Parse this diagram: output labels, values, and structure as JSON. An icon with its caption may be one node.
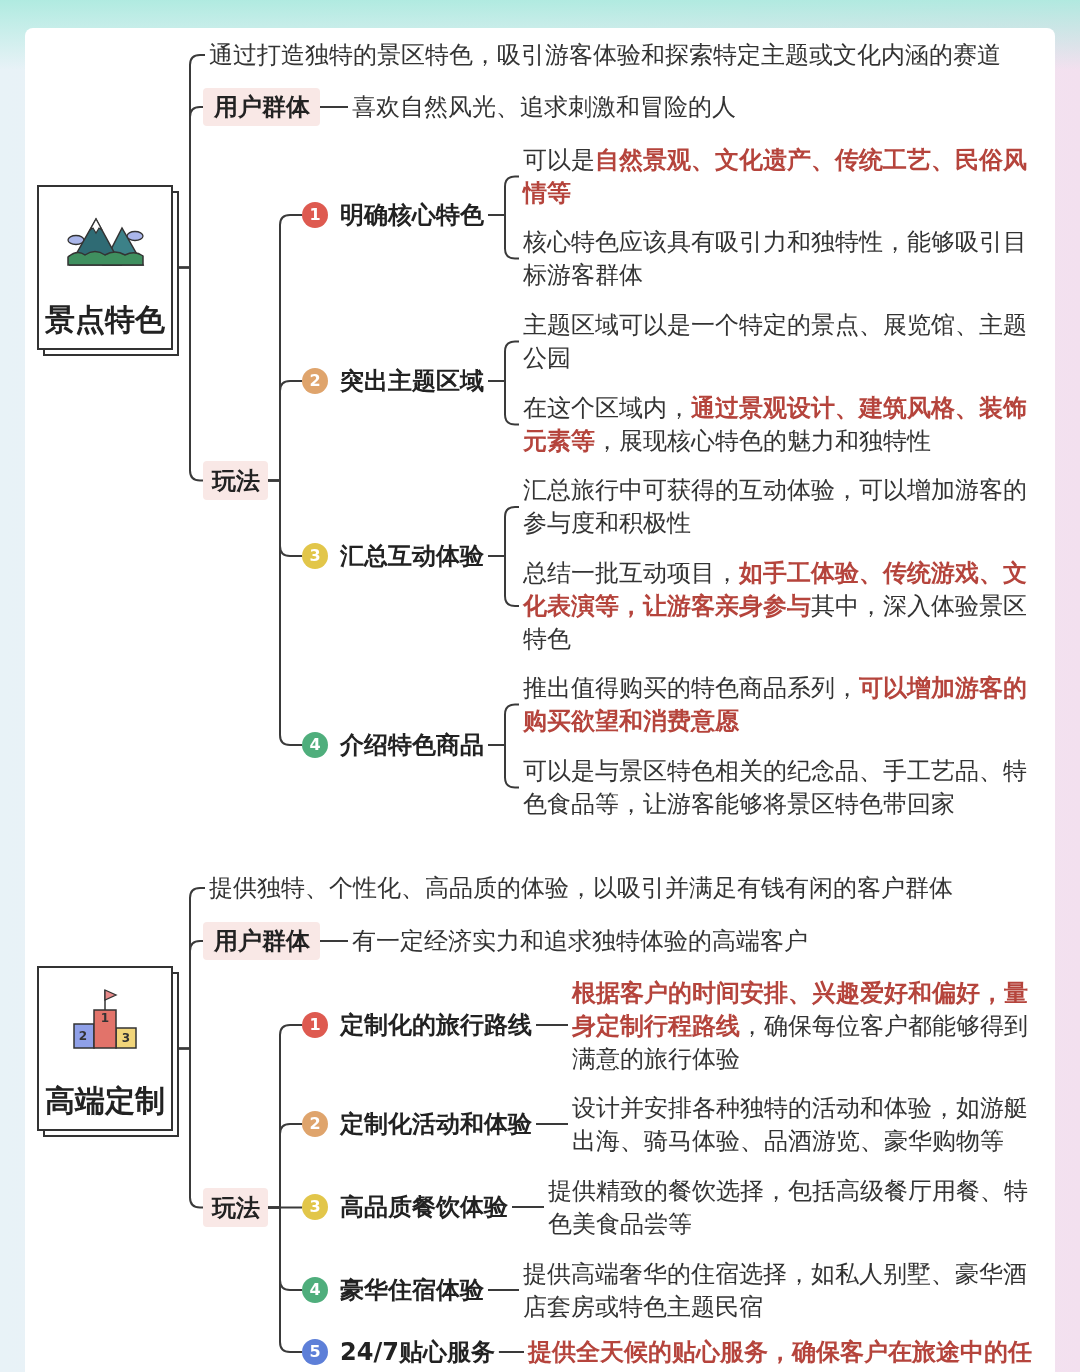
{
  "diagram": {
    "nodes": [
      {
        "text": [
          "景点特色"
        ]
      },
      {
        "text": [
          "通过打造独特的景区特色，吸引游客体验和探索特定主题或文化内涵的赛道"
        ]
      },
      {
        "text": [
          "用户群体"
        ]
      },
      {
        "text": [
          "喜欢自然风光、追求刺激和冒险的人"
        ]
      },
      {
        "text": [
          "玩法"
        ]
      },
      {
        "text": [
          "1",
          "明确核心特色"
        ]
      },
      {
        "text": [
          "可以是**自然景观、文化遗产、传统工艺、民俗风情等**"
        ]
      },
      {
        "text": [
          "核心特色应该具有吸引力和独特性，能够吸引目标游客群体"
        ]
      },
      {
        "text": [
          "2",
          "突出主题区域"
        ]
      },
      {
        "text": [
          "主题区域可以是一个特定的景点、展览馆、主题公园"
        ]
      },
      {
        "text": [
          "在这个区域内，**通过景观设计、建筑风格、装饰元素等**，展现核心特色的魅力和独特性"
        ]
      },
      {
        "text": [
          "3",
          "汇总互动体验"
        ]
      },
      {
        "text": [
          "汇总旅行中可获得的互动体验，可以增加游客的参与度和积极性"
        ]
      },
      {
        "text": [
          "总结一批互动项目，**如手工体验、传统游戏、文化表演等，让游客亲身参与**其中，深入体验景区特色"
        ]
      },
      {
        "text": [
          "4",
          "介绍特色商品"
        ]
      },
      {
        "text": [
          "推出值得购买的特色商品系列，**可以增加游客的购买欲望和消费意愿**"
        ]
      },
      {
        "text": [
          "可以是与景区特色相关的纪念品、手工艺品、特色食品等，让游客能够将景区特色带回家"
        ]
      },
      {
        "text": [
          "高端定制"
        ]
      },
      {
        "text": [
          "提供独特、个性化、高品质的体验，以吸引并满足有钱有闲的客户群体"
        ]
      },
      {
        "text": [
          "用户群体"
        ]
      },
      {
        "text": [
          "有一定经济实力和追求独特体验的高端客户"
        ]
      },
      {
        "text": [
          "玩法"
        ]
      },
      {
        "text": [
          "1",
          "定制化的旅行路线"
        ]
      },
      {
        "text": [
          "**根据客户的时间安排、兴趣爱好和偏好，量身定制行程路线**，确保每位客户都能够得到满意的旅行体验"
        ]
      },
      {
        "text": [
          "2",
          "定制化活动和体验"
        ]
      },
      {
        "text": [
          "设计并安排各种独特的活动和体验，如游艇出海、骑马体验、品酒游览、豪华购物等"
        ]
      },
      {
        "text": [
          "3",
          "高品质餐饮体验"
        ]
      },
      {
        "text": [
          "提供精致的餐饮选择，包括高级餐厅用餐、特色美食品尝等"
        ]
      },
      {
        "text": [
          "4",
          "豪华住宿体验"
        ]
      },
      {
        "text": [
          "提供高端奢华的住宿选择，如私人别墅、豪华酒店套房或特色主题民宿"
        ]
      },
      {
        "text": [
          "5",
          "24/7贴心服务"
        ]
      },
      {
        "text": [
          "提供全天候的贴心服务，确保客户在旅途中的任"
        ]
      }
    ],
    "edges": [
      {
        "from": 0,
        "to": 1,
        "arrow": "none"
      },
      {
        "from": 0,
        "to": 2,
        "arrow": "none"
      },
      {
        "from": 0,
        "to": 4,
        "arrow": "none"
      },
      {
        "from": 2,
        "to": 3,
        "arrow": "none"
      },
      {
        "from": 4,
        "to": 5,
        "arrow": "none"
      },
      {
        "from": 4,
        "to": 8,
        "arrow": "none"
      },
      {
        "from": 4,
        "to": 11,
        "arrow": "none"
      },
      {
        "from": 4,
        "to": 14,
        "arrow": "none"
      },
      {
        "from": 5,
        "to": 6,
        "arrow": "none"
      },
      {
        "from": 5,
        "to": 7,
        "arrow": "none"
      },
      {
        "from": 8,
        "to": 9,
        "arrow": "none"
      },
      {
        "from": 8,
        "to": 10,
        "arrow": "none"
      },
      {
        "from": 11,
        "to": 12,
        "arrow": "none"
      },
      {
        "from": 11,
        "to": 13,
        "arrow": "none"
      },
      {
        "from": 14,
        "to": 15,
        "arrow": "none"
      },
      {
        "from": 14,
        "to": 16,
        "arrow": "none"
      },
      {
        "from": 17,
        "to": 18,
        "arrow": "none"
      },
      {
        "from": 17,
        "to": 19,
        "arrow": "none"
      },
      {
        "from": 17,
        "to": 21,
        "arrow": "none"
      },
      {
        "from": 19,
        "to": 20,
        "arrow": "none"
      },
      {
        "from": 21,
        "to": 22,
        "arrow": "none"
      },
      {
        "from": 21,
        "to": 24,
        "arrow": "none"
      },
      {
        "from": 21,
        "to": 26,
        "arrow": "none"
      },
      {
        "from": 21,
        "to": 28,
        "arrow": "none"
      },
      {
        "from": 21,
        "to": 30,
        "arrow": "none"
      },
      {
        "from": 22,
        "to": 23,
        "arrow": "none"
      },
      {
        "from": 24,
        "to": 25,
        "arrow": "none"
      },
      {
        "from": 26,
        "to": 27,
        "arrow": "none"
      },
      {
        "from": 28,
        "to": 29,
        "arrow": "none"
      },
      {
        "from": 30,
        "to": 31,
        "arrow": "none"
      }
    ],
    "labels": [
      "2",
      "1",
      "3"
    ]
  }
}
